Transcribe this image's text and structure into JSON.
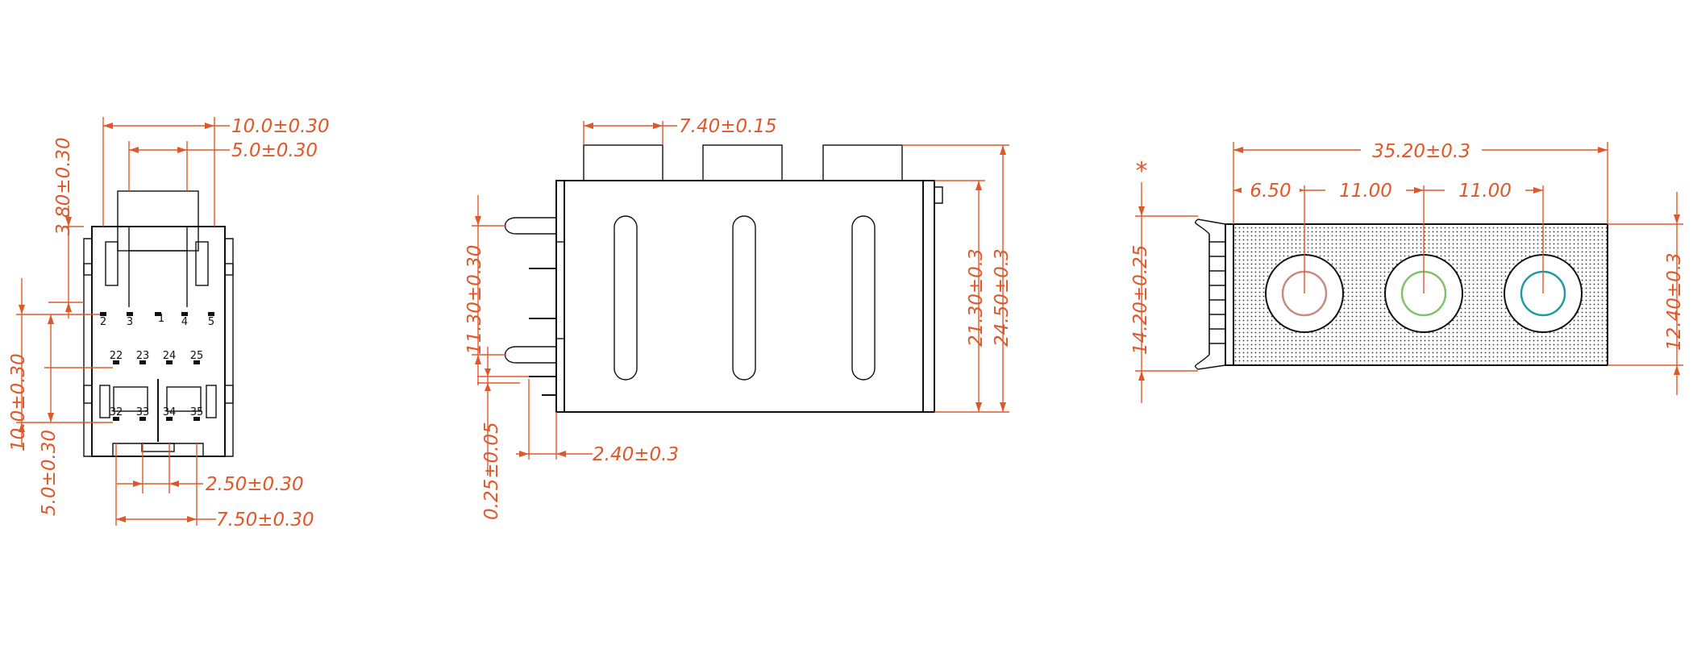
{
  "colors": {
    "dimension": "#e0582a",
    "outline": "#111111",
    "jack_red": "#c98a7e",
    "jack_green": "#7cc36a",
    "jack_blue": "#1f9aa3"
  },
  "front_view": {
    "dimensions": {
      "width_top": "10.0±0.30",
      "tab_width": "5.0±0.30",
      "tab_height": "3.80±0.30",
      "pin_row_offset": "10.0±0.30",
      "lower_offset": "5.0±0.30",
      "pin_spacing": "2.50±0.30",
      "pin_span": "7.50±0.30"
    },
    "pin_labels_top": [
      "2",
      "3",
      "1",
      "4",
      "5"
    ],
    "pin_labels_mid": [
      "22",
      "23",
      "24",
      "25"
    ],
    "pin_labels_bottom": [
      "32",
      "33",
      "34",
      "35"
    ]
  },
  "side_view": {
    "dimensions": {
      "barrel_width": "7.40±0.15",
      "peg_height": "11.30±0.30",
      "body_height": "21.30±0.3",
      "total_height": "24.50±0.3",
      "pin_thickness": "0.25±0.05",
      "pin_offset": "2.40±0.3"
    }
  },
  "top_view": {
    "dimensions": {
      "total_length": "35.20±0.3",
      "first_jack": "6.50",
      "jack_pitch_1": "11.00",
      "jack_pitch_2": "11.00",
      "depth": "14.20±0.25",
      "body_depth": "12.40±0.3"
    },
    "asterisk": "*",
    "jacks": [
      {
        "name": "jack-red",
        "color": "#c98a7e"
      },
      {
        "name": "jack-green",
        "color": "#7cc36a"
      },
      {
        "name": "jack-blue",
        "color": "#1f9aa3"
      }
    ]
  }
}
